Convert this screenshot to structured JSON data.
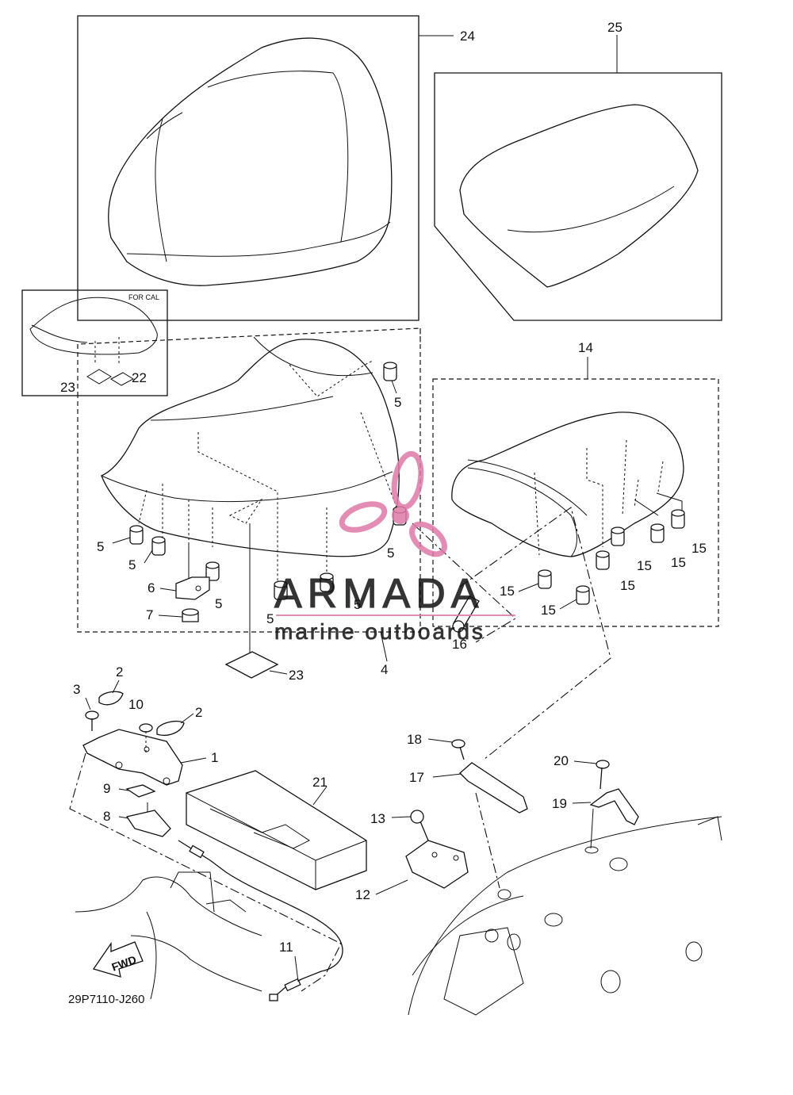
{
  "diagram": {
    "code": "29P7110-J260",
    "inset_label": "FOR CAL",
    "fwd_label": "FWD",
    "callouts": {
      "c1": "1",
      "c2a": "2",
      "c2b": "2",
      "c3": "3",
      "c4": "4",
      "c5a": "5",
      "c5b": "5",
      "c5c": "5",
      "c5d": "5",
      "c5e": "5",
      "c5f": "5",
      "c5g": "5",
      "c5h": "5",
      "c6": "6",
      "c7": "7",
      "c8": "8",
      "c9": "9",
      "c10": "10",
      "c11": "11",
      "c12": "12",
      "c13": "13",
      "c14": "14",
      "c15a": "15",
      "c15b": "15",
      "c15c": "15",
      "c15d": "15",
      "c15e": "15",
      "c15f": "15",
      "c16": "16",
      "c17": "17",
      "c18": "18",
      "c19": "19",
      "c20": "20",
      "c21": "21",
      "c22": "22",
      "c23a": "23",
      "c23b": "23",
      "c24": "24",
      "c25": "25"
    }
  },
  "watermark": {
    "brand": "ARMADA",
    "tagline": "marine outboards",
    "color": "#e07aa8"
  }
}
